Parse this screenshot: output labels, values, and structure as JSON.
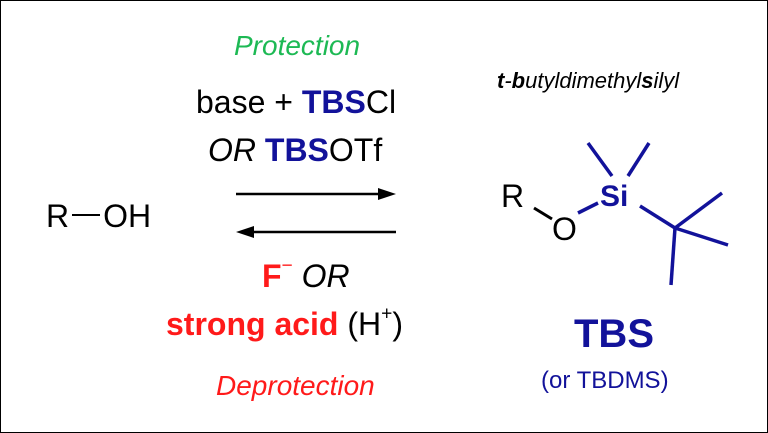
{
  "colors": {
    "protection": "#1db954",
    "deprotection": "#ff1a1a",
    "tbs": "#12129a",
    "text": "#000000"
  },
  "protection_label": "Protection",
  "protection_reagents": {
    "line1": {
      "base": "base + ",
      "tbs": "TBS",
      "cl": "Cl"
    },
    "line2": {
      "or": "OR ",
      "tbs": "TBS",
      "otf": "OTf"
    }
  },
  "reactant": {
    "r": "R",
    "oh": "OH"
  },
  "deprotection_reagents": {
    "fluoride": "F",
    "fluoride_charge": "−",
    "or": "OR",
    "acid": "strong acid",
    "acid_open": "(H",
    "acid_charge": "+",
    "acid_close": ")"
  },
  "deprotection_label": "Deprotection",
  "product": {
    "r": "R",
    "o": "O",
    "si": "Si"
  },
  "group_full_name": {
    "t": "t",
    "dash": "-",
    "b": "b",
    "utyldimethyl": "utyldimethyl",
    "s": "s",
    "ilyl": "ilyl"
  },
  "group_abbreviation": "TBS",
  "group_alt_name": "(or TBDMS)"
}
